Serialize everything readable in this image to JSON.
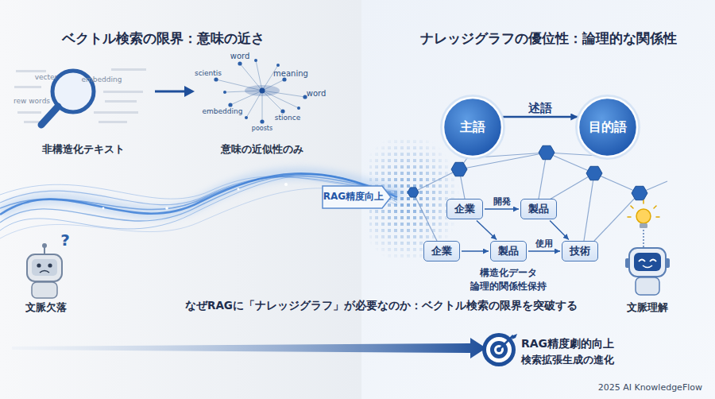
{
  "diagram": {
    "caption": "なぜRAGに「ナレッジグラフ」が必要なのか：ベクトル検索の限界を突破する",
    "nodes": [
      {
        "text": [
          "主語"
        ]
      },
      {
        "text": [
          "目的語"
        ]
      },
      {
        "text": [
          "RAG精度向上"
        ]
      },
      {
        "text": [
          "企業"
        ]
      },
      {
        "text": [
          "製品"
        ]
      },
      {
        "text": [
          "企業"
        ]
      },
      {
        "text": [
          "製品"
        ]
      },
      {
        "text": [
          "技術"
        ]
      }
    ],
    "edges": [
      {
        "from": 0,
        "to": 1,
        "arrow": "to",
        "label": "述語"
      },
      {
        "from": 3,
        "to": 4,
        "arrow": "to",
        "label": "開発"
      },
      {
        "from": 3,
        "to": 6,
        "arrow": "to"
      },
      {
        "from": 5,
        "to": 6,
        "arrow": "to"
      },
      {
        "from": 6,
        "to": 7,
        "arrow": "to",
        "label": "使用"
      },
      {
        "from": 4,
        "to": 7,
        "arrow": "to"
      }
    ],
    "labels": [
      "ベクトル検索の限界：意味の近さ",
      "ナレッジグラフの優位性：論理的な関係性",
      "vecter",
      "embedding",
      "rew words",
      "非構造化テキスト",
      "word",
      "scientis",
      "meaning",
      "word",
      "embedding",
      "stionce",
      "poosts",
      "意味の近似性のみ",
      "?",
      "文脈欠落",
      "構造化データ",
      "論理的関係性保持",
      "文脈理解",
      "RAG精度劇的向上",
      "検索拡張生成の進化",
      "2025 AI KnowledgeFlow"
    ]
  }
}
